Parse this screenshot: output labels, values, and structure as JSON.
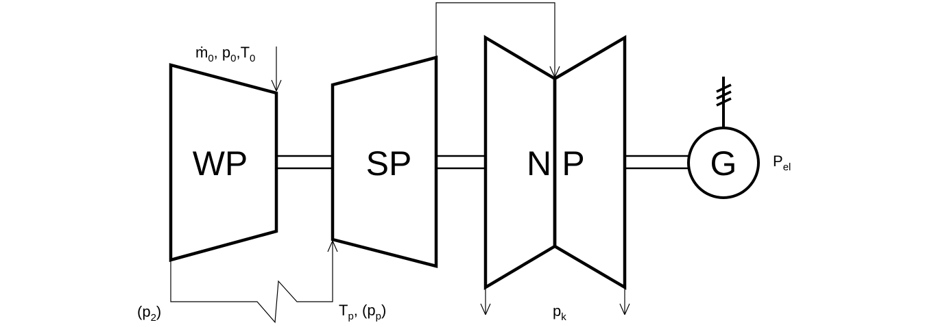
{
  "components": {
    "wp": "WP",
    "sp": "SP",
    "np_left": "N",
    "np_right": "P",
    "generator": "G"
  },
  "labels": {
    "inlet_mdot": "ṁ",
    "inlet_mdot_sub": "0",
    "inlet_sep1": ", p",
    "inlet_p_sub": "0",
    "inlet_sep2": ",T",
    "inlet_t_sub": "0",
    "p2_open": "(p",
    "p2_sub": "2",
    "p2_close": ")",
    "tp_main": "T",
    "tp_sub": "p",
    "pp_open": ", (p",
    "pp_sub": "p",
    "pp_close": ")",
    "pk_main": "p",
    "pk_sub": "k",
    "pel_main": "P",
    "pel_sub": "el"
  }
}
